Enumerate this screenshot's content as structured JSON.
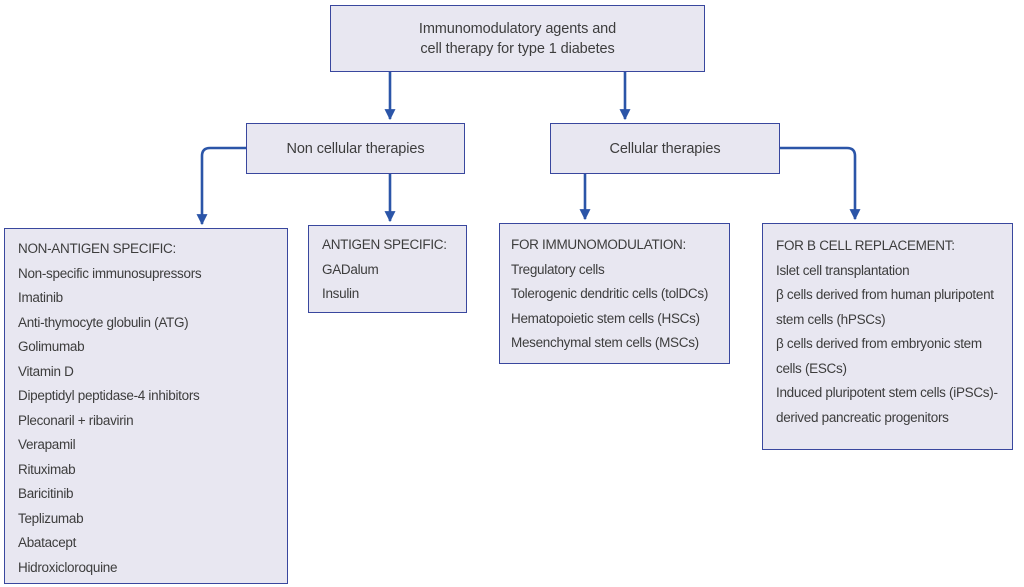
{
  "colors": {
    "box_fill": "#e8e7f1",
    "box_border": "#39479e",
    "connector": "#2b55a8",
    "text": "#3d3d3d",
    "background": "#ffffff"
  },
  "nodes": {
    "root": {
      "line1": "Immunomodulatory agents and",
      "line2": "cell therapy for type 1 diabetes"
    },
    "non_cellular": {
      "label": "Non cellular therapies"
    },
    "cellular": {
      "label": "Cellular therapies"
    },
    "non_antigen": {
      "title": "NON-ANTIGEN SPECIFIC:",
      "items": [
        "Non-specific immunosupressors",
        "Imatinib",
        "Anti-thymocyte globulin (ATG)",
        "Golimumab",
        "Vitamin D",
        "Dipeptidyl peptidase-4 inhibitors",
        "Pleconaril + ribavirin",
        "Verapamil",
        "Rituximab",
        "Baricitinib",
        "Teplizumab",
        "Abatacept",
        "Hidroxicloroquine"
      ]
    },
    "antigen": {
      "title": "ANTIGEN SPECIFIC:",
      "items": [
        "GADalum",
        "Insulin"
      ]
    },
    "immunomodulation": {
      "title": "FOR IMMUNOMODULATION:",
      "items": [
        "Tregulatory cells",
        "Tolerogenic dendritic cells (tolDCs)",
        "Hematopoietic stem cells (HSCs)",
        "Mesenchymal stem cells (MSCs)"
      ]
    },
    "b_cell_replacement": {
      "title": "FOR B CELL REPLACEMENT:",
      "items": [
        "Islet cell transplantation",
        "β cells derived from human pluripotent stem cells (hPSCs)",
        "β cells derived from embryonic stem cells (ESCs)",
        "Induced pluripotent stem cells (iPSCs)-derived pancreatic progenitors"
      ]
    }
  }
}
